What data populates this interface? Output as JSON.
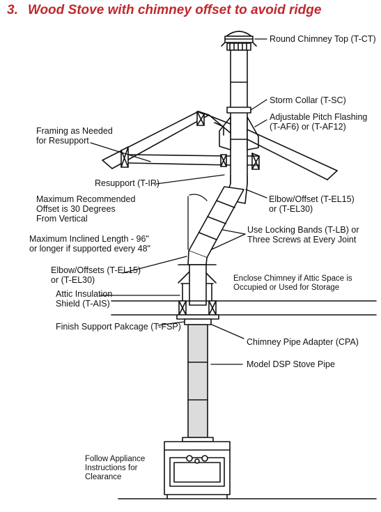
{
  "title": {
    "number": "3.",
    "text": "Wood Stove with chimney offset to avoid ridge"
  },
  "colors": {
    "title": "#c0282d",
    "ink": "#111111",
    "pipe_fill": "#dcdcdc"
  },
  "labels": {
    "round_chimney_top": "Round Chimney Top (T-CT)",
    "storm_collar": "Storm Collar (T-SC)",
    "pitch_flashing_1": "Adjustable Pitch Flashing",
    "pitch_flashing_2": "(T-AF6) or (T-AF12)",
    "framing_1": "Framing as Needed",
    "framing_2": "for Resupport",
    "resupport": "Resupport (T-IR)",
    "elbow_top_1": "Elbow/Offset (T-EL15)",
    "elbow_top_2": "or (T-EL30)",
    "max_offset_1": "Maximum Recommended",
    "max_offset_2": "Offset is 30 Degrees",
    "max_offset_3": "From Vertical",
    "locking_bands_1": "Use Locking Bands (T-LB) or",
    "locking_bands_2": "Three Screws at Every Joint",
    "max_length_1": "Maximum Inclined Length - 96\"",
    "max_length_2": "or longer if supported every 48\"",
    "elbow_bottom_1": "Elbow/Offsets (T-EL15)",
    "elbow_bottom_2": "or (T-EL30)",
    "enclose_1": "Enclose Chimney if Attic Space is",
    "enclose_2": "Occupied or Used for Storage",
    "attic_shield_1": "Attic Insulation",
    "attic_shield_2": "Shield (T-AIS)",
    "finish_support": "Finish Support Pakcage (T-FSP)",
    "chimney_pipe_adapter": "Chimney Pipe Adapter (CPA)",
    "stove_pipe": "Model DSP Stove Pipe",
    "appliance_1": "Follow Appliance",
    "appliance_2": "Instructions for",
    "appliance_3": "Clearance"
  }
}
